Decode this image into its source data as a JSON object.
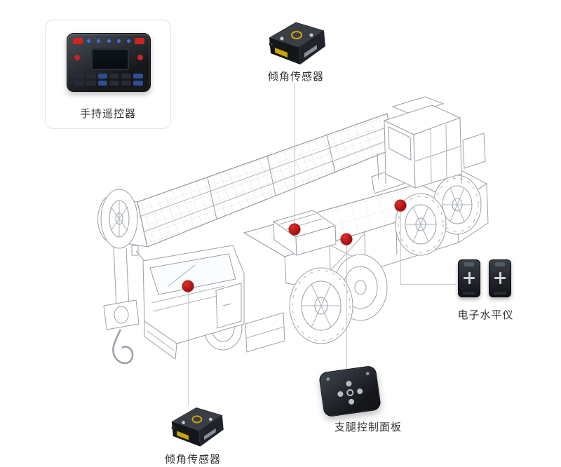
{
  "diagram": {
    "background": "#ffffff",
    "marker_color": "#b01118",
    "connector_color": "#c9c9c9",
    "wireframe_color": "#98a0a8",
    "components": {
      "remote": {
        "label": "手持遥控器"
      },
      "tilt_sensor_top": {
        "label": "倾角传感器"
      },
      "electronic_level": {
        "label": "电子水平仪"
      },
      "outrigger_panel": {
        "label": "支腿控制面板"
      },
      "tilt_sensor_bottom": {
        "label": "倾角传感器"
      }
    }
  }
}
